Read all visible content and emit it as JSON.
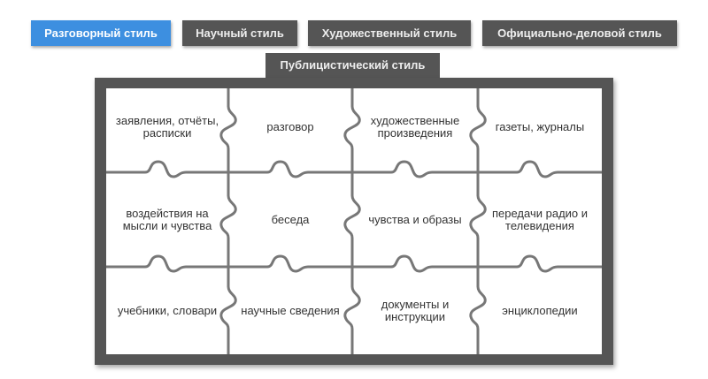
{
  "tabs": [
    {
      "label": "Разговорный стиль",
      "active": true
    },
    {
      "label": "Научный стиль",
      "active": false
    },
    {
      "label": "Художественный стиль",
      "active": false
    },
    {
      "label": "Официально-деловой стиль",
      "active": false
    },
    {
      "label": "Публицистический стиль",
      "active": false
    }
  ],
  "puzzle": {
    "rows": [
      [
        "заявления, отчёты, расписки",
        "разговор",
        "художественные произведения",
        "газеты, журналы"
      ],
      [
        "воздействия на мысли и чувства",
        "беседа",
        "чувства и образы",
        "передачи радио и телевидения"
      ],
      [
        "учебники, словари",
        "научные сведения",
        "документы и инструкции",
        "энциклопедии"
      ]
    ]
  },
  "colors": {
    "active": "#3d8fe0",
    "tab": "#555555",
    "frame": "#555555",
    "line": "#777777"
  }
}
